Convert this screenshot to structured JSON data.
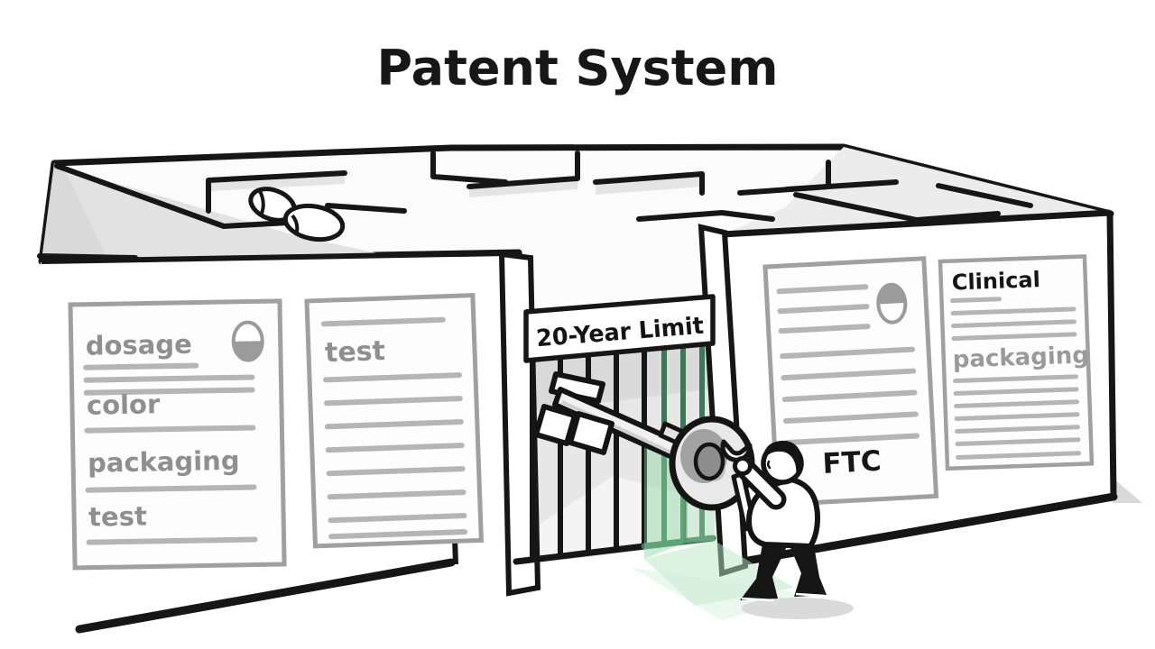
{
  "title": "Patent System",
  "banner": {
    "label": "20-Year Limit"
  },
  "documents": {
    "doc1": {
      "rows": [
        "dosage",
        "color",
        "packaging",
        "test"
      ]
    },
    "doc2": {
      "heading": "test"
    },
    "doc3": {
      "label": "FTC"
    },
    "doc4": {
      "heading": "Clinical",
      "watermark": "packaging"
    }
  },
  "colors": {
    "ink": "#161616",
    "doc_text_gray": "#8f8f8f",
    "doc_border_gray": "#a0a0a0",
    "rule_gray": "#b5b5b5",
    "roof_shade": "#e2e2e2",
    "bar_green": "#3a7a54",
    "glow_green": "#8fd4a3"
  }
}
